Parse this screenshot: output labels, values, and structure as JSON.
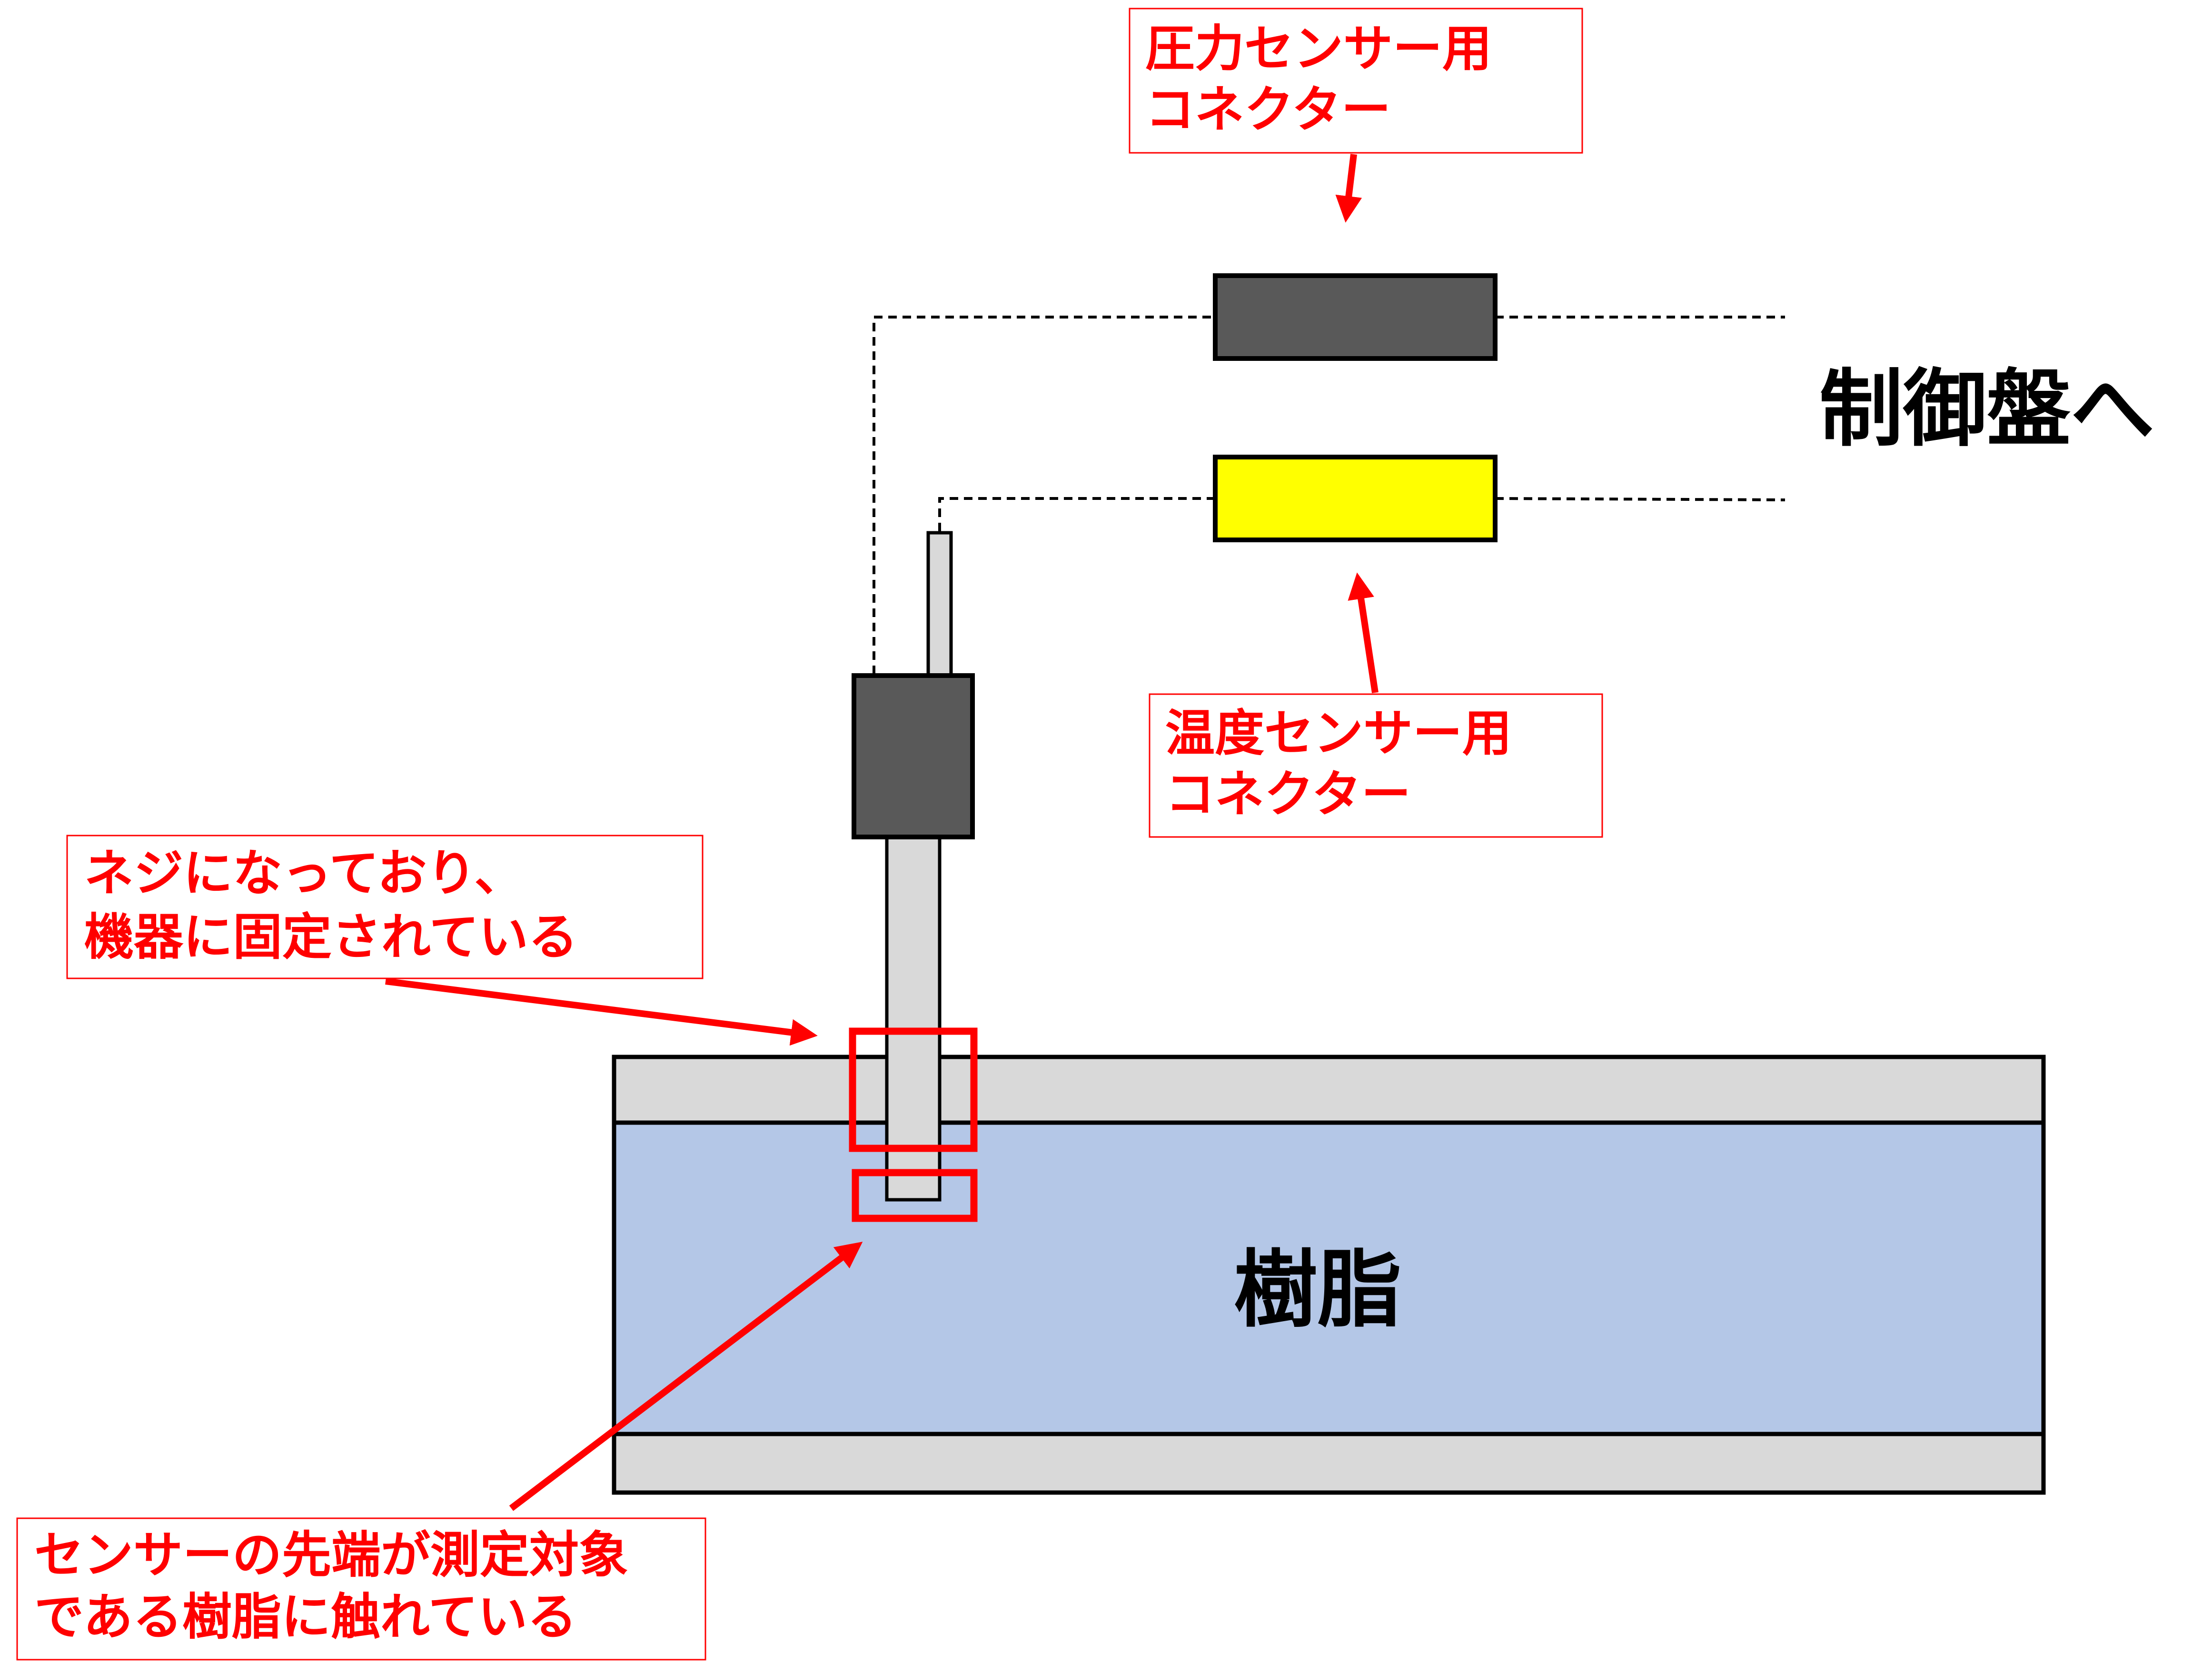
{
  "labels": {
    "pressure_connector": [
      "圧力センサー用",
      "コネクター"
    ],
    "temperature_connector": [
      "温度センサー用",
      "コネクター"
    ],
    "thread_note": [
      "ネジになっており、",
      "機器に固定されている"
    ],
    "tip_note": [
      "センサーの先端が測定対象",
      "である樹脂に触れている"
    ],
    "to_control_panel": "制御盤へ",
    "resin": "樹脂"
  },
  "colors": {
    "annotation": "#ff0000",
    "pressure_connector": "#595959",
    "temperature_connector": "#ffff00",
    "resin": "#b4c7e7",
    "wall": "#d9d9d9"
  }
}
